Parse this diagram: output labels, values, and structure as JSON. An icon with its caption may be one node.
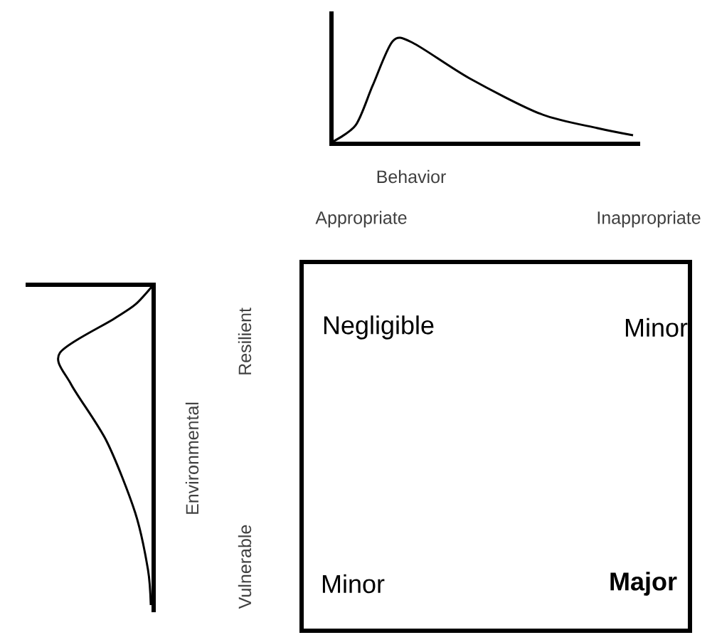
{
  "diagram": {
    "nodes": [
      {
        "text": [
          "Negligible",
          "Minor",
          "Minor",
          "Major"
        ]
      }
    ],
    "labels": [
      "Behavior",
      "Appropriate",
      "Inappropriate",
      "Environmental",
      "Resilient",
      "Vulnerable"
    ]
  }
}
